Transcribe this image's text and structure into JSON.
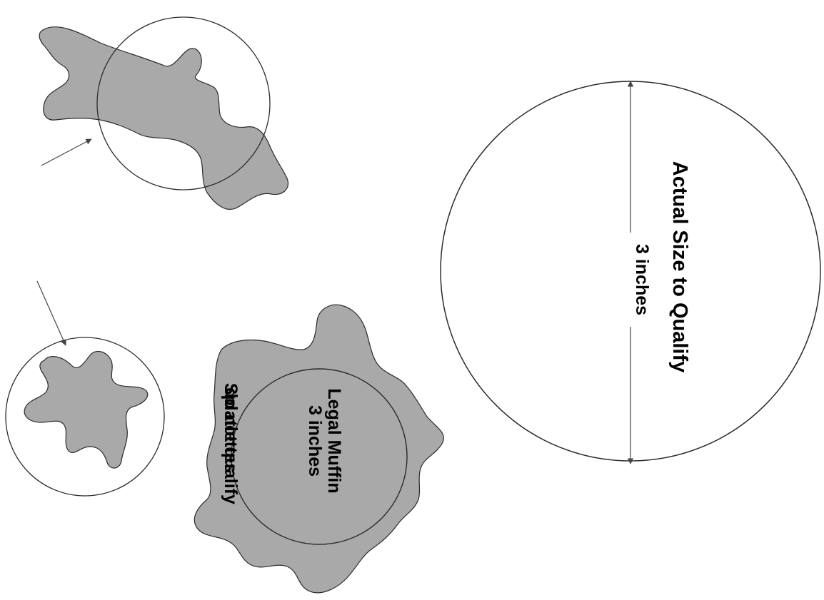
{
  "labels": {
    "splatlettes_line1": "Splatlettes",
    "splatlettes_line2": "do not qualify",
    "legal_line1": "Legal Muffin",
    "legal_line2": "3 inches",
    "actual_size": "Actual Size to Qualify",
    "dimension": "3 inches"
  },
  "colors": {
    "splat_fill": "#a9a9a9",
    "outline": "#2b2b2b",
    "text": "#000000",
    "background": "#ffffff"
  }
}
